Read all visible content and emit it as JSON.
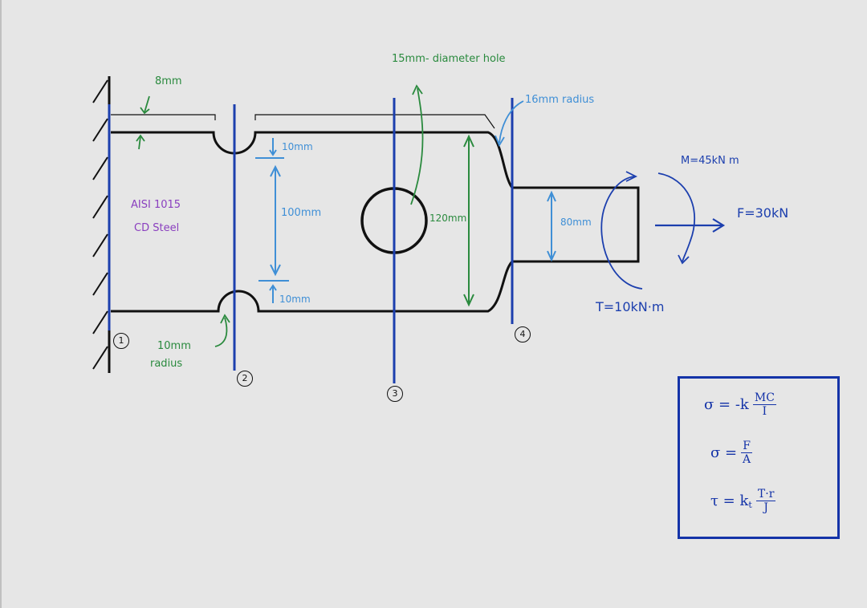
{
  "labels": {
    "thickness_note": "8mm",
    "hole_note": "15mm- diameter hole",
    "radius16_note": "16mm radius",
    "notch_depth_top": "10mm",
    "notch_depth_bottom": "10mm",
    "width_between_notches": "100mm",
    "full_width": "120mm",
    "shaft_width": "80mm",
    "material_line1": "AISI 1015",
    "material_line2": "CD Steel",
    "fillet_note_line1": "10mm",
    "fillet_note_line2": "radius",
    "moment": "M=45kN m",
    "force": "F=30kN",
    "torque": "T=10kN·m"
  },
  "sections": [
    "1",
    "2",
    "3",
    "4"
  ],
  "formulas": {
    "bending": {
      "lhs": "σ = -k",
      "num": "MC",
      "den": "I"
    },
    "axial": {
      "lhs": "σ =",
      "num": "F",
      "den": "A"
    },
    "torsion": {
      "lhs": "τ = k",
      "sub": "t",
      "num": "T·r",
      "den": "J"
    }
  },
  "colors": {
    "outline": "#111111",
    "section_lines": "#1c3fae",
    "dimensions_light": "#3f8fd6",
    "notes_green": "#2a8a3e",
    "material_purple": "#8a3fbf",
    "box": "#1433a8"
  }
}
